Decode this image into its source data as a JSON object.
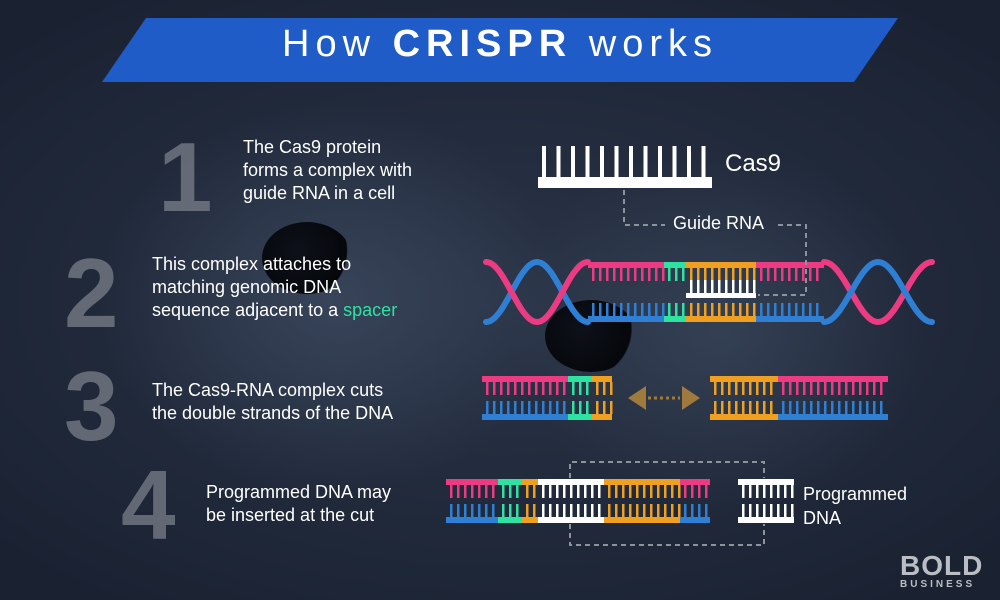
{
  "title": {
    "part1": "How",
    "part2": "CRISPR",
    "part3": "works"
  },
  "steps": [
    {
      "number": "1",
      "lines": [
        "The Cas9 protein",
        "forms a complex with",
        "guide RNA in a cell"
      ]
    },
    {
      "number": "2",
      "lines": [
        "This complex attaches to",
        "matching genomic DNA"
      ],
      "line3_prefix": "sequence adjacent to a ",
      "line3_highlight": "spacer"
    },
    {
      "number": "3",
      "lines": [
        "The Cas9-RNA complex cuts",
        "the double strands of the DNA"
      ]
    },
    {
      "number": "4",
      "lines": [
        "Programmed DNA may",
        "be inserted at the cut"
      ]
    }
  ],
  "labels": {
    "cas9": "Cas9",
    "guide_rna": "Guide RNA",
    "programmed_dna": [
      "Programmed",
      "DNA"
    ]
  },
  "logo": {
    "line1": "BOLD",
    "line2": "BUSINESS"
  },
  "colors": {
    "banner": "#1f5cc8",
    "pink": "#ec3b83",
    "blue": "#2f7fd4",
    "green": "#2ee3a2",
    "orange": "#f0a020",
    "white": "#ffffff",
    "arrow": "#a07a3c",
    "dashed": "#8d939c"
  }
}
